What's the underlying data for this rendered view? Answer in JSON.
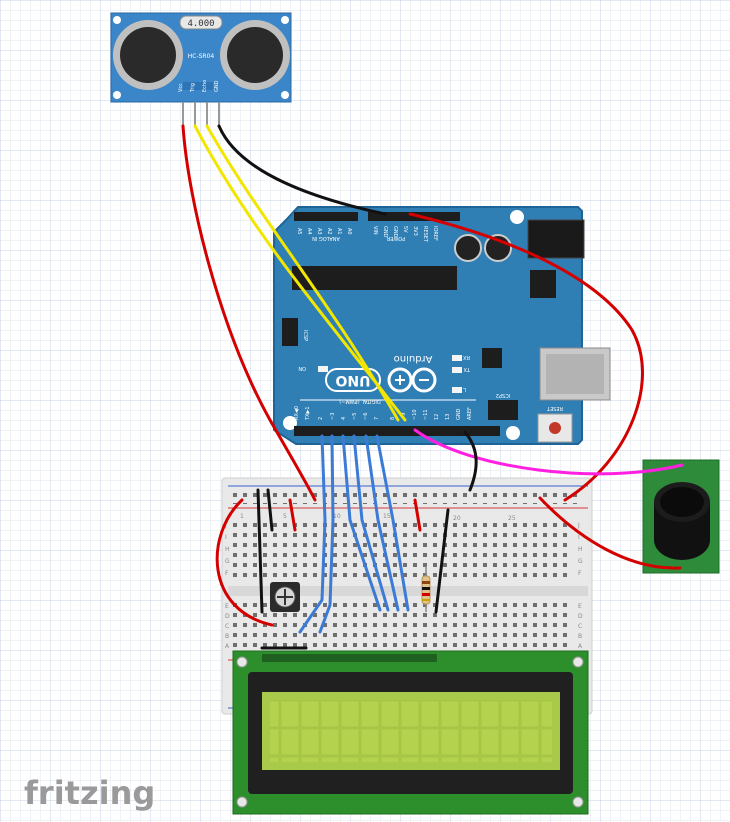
{
  "app": {
    "wordmark": "fritzing"
  },
  "colors": {
    "grid_minor": "#dfe7f2",
    "grid_major": "#c7d3e6",
    "arduino_board": "#2f7fb5",
    "arduino_edge": "#1f6496",
    "sensor_board": "#3a86c8",
    "wire_red": "#d40000",
    "wire_black": "#111111",
    "wire_yellow": "#f2e600",
    "wire_blue": "#3b7bd6",
    "wire_magenta": "#ff1fe0",
    "lcd_pcb": "#2c8f2c",
    "lcd_screen": "#a9c94a",
    "breadboard": "#e8e8e8",
    "wordmark": "#9a9a9a"
  },
  "sensor": {
    "crystal": "4.000",
    "model": "HC-SR04",
    "pins": [
      "Vcc",
      "Trig",
      "Echo",
      "GND"
    ]
  },
  "arduino": {
    "logo": "UNO",
    "brand": "Arduino",
    "analog_header": "ANALOG IN",
    "analog_pins": [
      "A5",
      "A4",
      "A3",
      "A2",
      "A1",
      "A0"
    ],
    "power_header": "POWER",
    "power_pins": [
      "VIN",
      "GND",
      "GND",
      "5V",
      "3V3",
      "RESET",
      "IOREF"
    ],
    "icsp_label": "ICSP",
    "icsp2_label": "ICSP2",
    "on_label": "ON",
    "rx_label": "RX",
    "tx_label": "TX",
    "l_label": "L",
    "reset_label": "RESET",
    "digital_header": "DIGITAL (PWM~)",
    "digital_pins": [
      "RX◀0",
      "TX▶1",
      "2",
      "~3",
      "4",
      "~5",
      "~6",
      "7",
      "8",
      "~9",
      "~10",
      "~11",
      "12",
      "13",
      "GND",
      "AREF"
    ]
  },
  "breadboard": {
    "column_marks": [
      "1",
      "5",
      "10",
      "15",
      "20",
      "25"
    ],
    "row_letters_top": [
      "J",
      "I",
      "H",
      "G",
      "F"
    ],
    "row_letters_bottom": [
      "E",
      "D",
      "C",
      "B",
      "A"
    ]
  }
}
